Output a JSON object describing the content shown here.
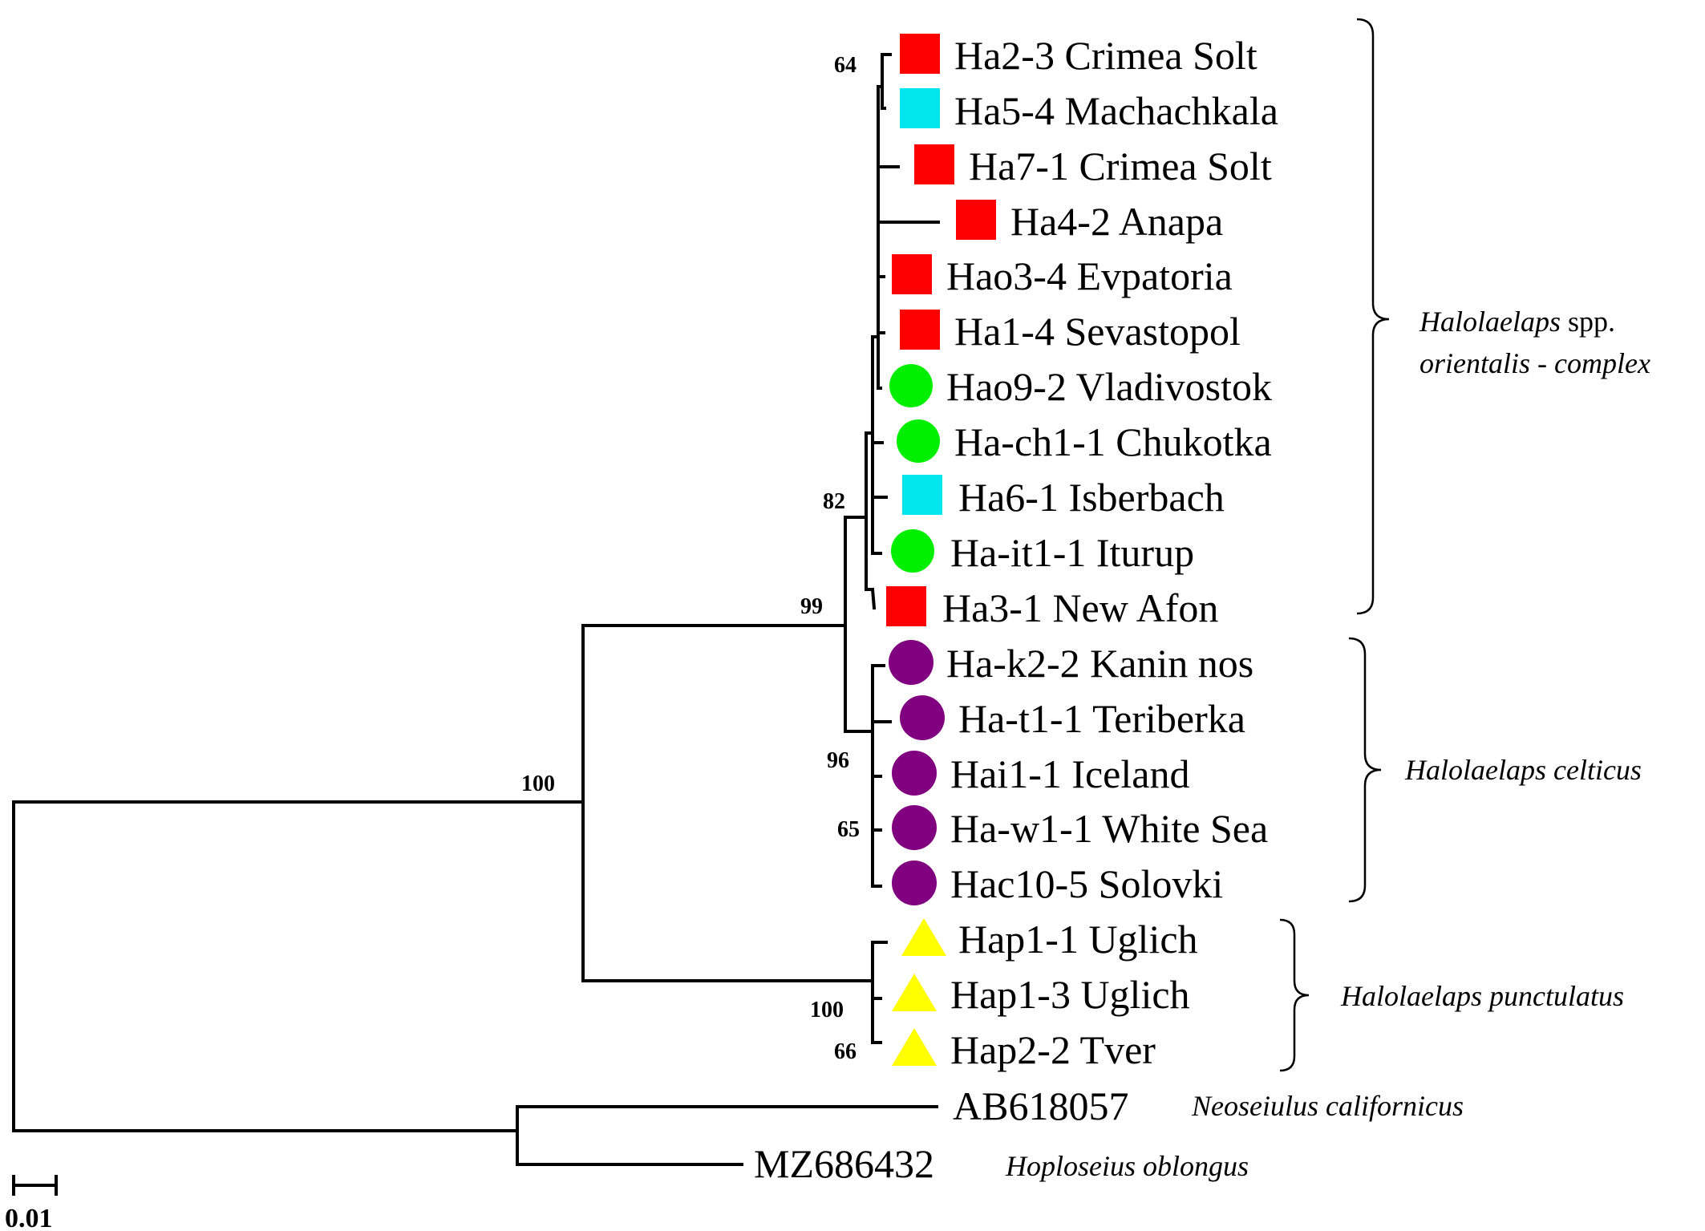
{
  "taxa": [
    {
      "id": "t1",
      "label": "Ha2-3 Crimea Solt",
      "marker": "square",
      "color": "#ff0000"
    },
    {
      "id": "t2",
      "label": "Ha5-4 Machachkala",
      "marker": "square",
      "color": "#00e5ee"
    },
    {
      "id": "t3",
      "label": "Ha7-1 Crimea Solt",
      "marker": "square",
      "color": "#ff0000"
    },
    {
      "id": "t4",
      "label": "Ha4-2 Anapa",
      "marker": "square",
      "color": "#ff0000"
    },
    {
      "id": "t5",
      "label": "Hao3-4 Evpatoria",
      "marker": "square",
      "color": "#ff0000"
    },
    {
      "id": "t6",
      "label": "Ha1-4 Sevastopol",
      "marker": "square",
      "color": "#ff0000"
    },
    {
      "id": "t7",
      "label": "Hao9-2 Vladivostok",
      "marker": "circle",
      "color": "#00ee00"
    },
    {
      "id": "t8",
      "label": "Ha-ch1-1 Chukotka",
      "marker": "circle",
      "color": "#00ee00"
    },
    {
      "id": "t9",
      "label": "Ha6-1 Isberbach",
      "marker": "square",
      "color": "#00e5ee"
    },
    {
      "id": "t10",
      "label": "Ha-it1-1 Iturup",
      "marker": "circle",
      "color": "#00ee00"
    },
    {
      "id": "t11",
      "label": "Ha3-1 New Afon",
      "marker": "square",
      "color": "#ff0000"
    },
    {
      "id": "t12",
      "label": "Ha-k2-2 Kanin nos",
      "marker": "circle",
      "color": "#800080"
    },
    {
      "id": "t13",
      "label": "Ha-t1-1 Teriberka",
      "marker": "circle",
      "color": "#800080"
    },
    {
      "id": "t14",
      "label": "Hai1-1 Iceland",
      "marker": "circle",
      "color": "#800080"
    },
    {
      "id": "t15",
      "label": "Ha-w1-1 White Sea",
      "marker": "circle",
      "color": "#800080"
    },
    {
      "id": "t16",
      "label": "Hac10-5 Solovki",
      "marker": "circle",
      "color": "#800080"
    },
    {
      "id": "t17",
      "label": "Hap1-1 Uglich",
      "marker": "triangle",
      "color": "#ffff00"
    },
    {
      "id": "t18",
      "label": "Hap1-3 Uglich",
      "marker": "triangle",
      "color": "#ffff00"
    },
    {
      "id": "t19",
      "label": "Hap2-2 Tver",
      "marker": "triangle",
      "color": "#ffff00"
    },
    {
      "id": "t20",
      "label": "AB618057",
      "marker": "none",
      "color": "#000000"
    },
    {
      "id": "t21",
      "label": "MZ686432",
      "marker": "none",
      "color": "#000000"
    }
  ],
  "support_values": [
    "64",
    "82",
    "99",
    "100",
    "96",
    "65",
    "100",
    "66"
  ],
  "groups": [
    {
      "name_italic": "Halolaelaps",
      "name_rest": " spp.",
      "line2": "orientalis - complex"
    },
    {
      "name_italic": "Halolaelaps celticus",
      "name_rest": "",
      "line2": ""
    },
    {
      "name_italic": "Halolaelaps punctulatus",
      "name_rest": "",
      "line2": ""
    }
  ],
  "outgroup_species": [
    "Neoseiulus californicus",
    "Hoploseius oblongus"
  ],
  "scale_bar": "0.01"
}
